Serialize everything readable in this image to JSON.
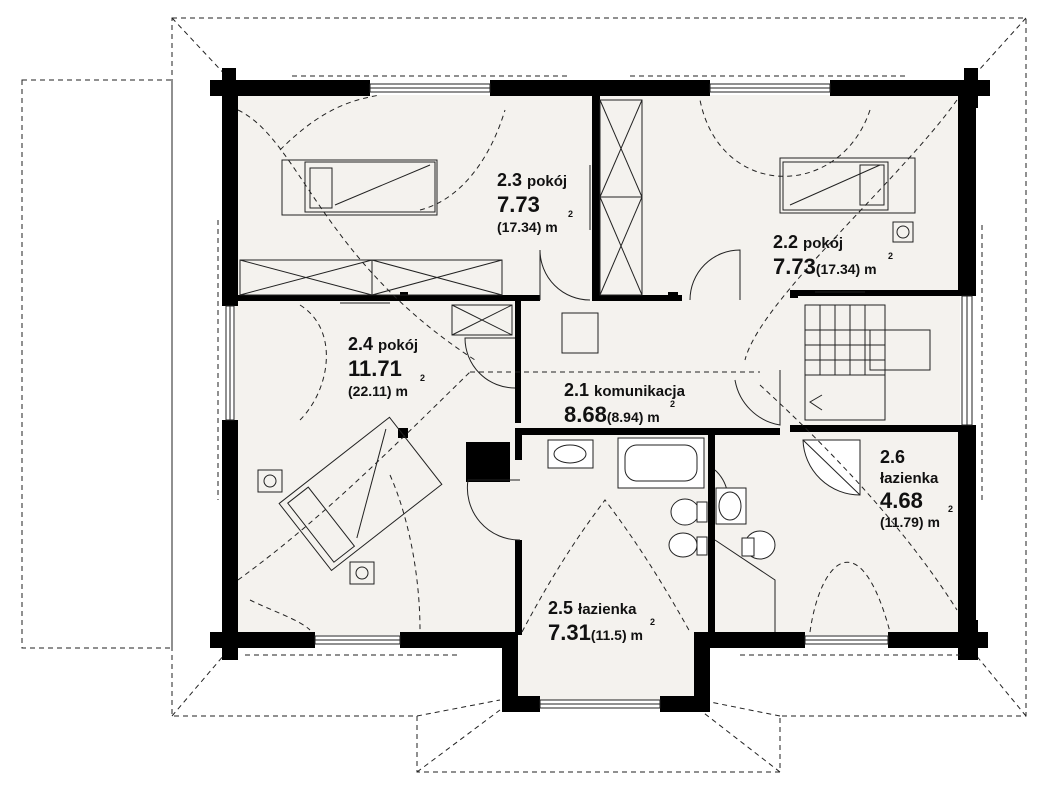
{
  "rooms": [
    {
      "id": "r23",
      "number": "2.3",
      "name": "pokój",
      "area": "7.73",
      "area_gross": "(17.34)",
      "unit": "m",
      "sup": "2"
    },
    {
      "id": "r22",
      "number": "2.2",
      "name": "pokój",
      "area": "7.73",
      "area_gross": "(17.34)",
      "unit": "m",
      "sup": "2"
    },
    {
      "id": "r24",
      "number": "2.4",
      "name": "pokój",
      "area": "11.71",
      "area_gross": "(22.11)",
      "unit": "m",
      "sup": "2"
    },
    {
      "id": "r21",
      "number": "2.1",
      "name": "komunikacja",
      "area": "8.68",
      "area_gross": "(8.94)",
      "unit": "m",
      "sup": "2"
    },
    {
      "id": "r26",
      "number": "2.6",
      "name": "łazienka",
      "area": "4.68",
      "area_gross": "(11.79)",
      "unit": "m",
      "sup": "2"
    },
    {
      "id": "r25",
      "number": "2.5",
      "name": "łazienka",
      "area": "7.31",
      "area_gross": "(11.5)",
      "unit": "m",
      "sup": "2"
    }
  ],
  "colors": {
    "floor": "#f4f2ee",
    "wall": "#000000",
    "line": "#222222"
  }
}
